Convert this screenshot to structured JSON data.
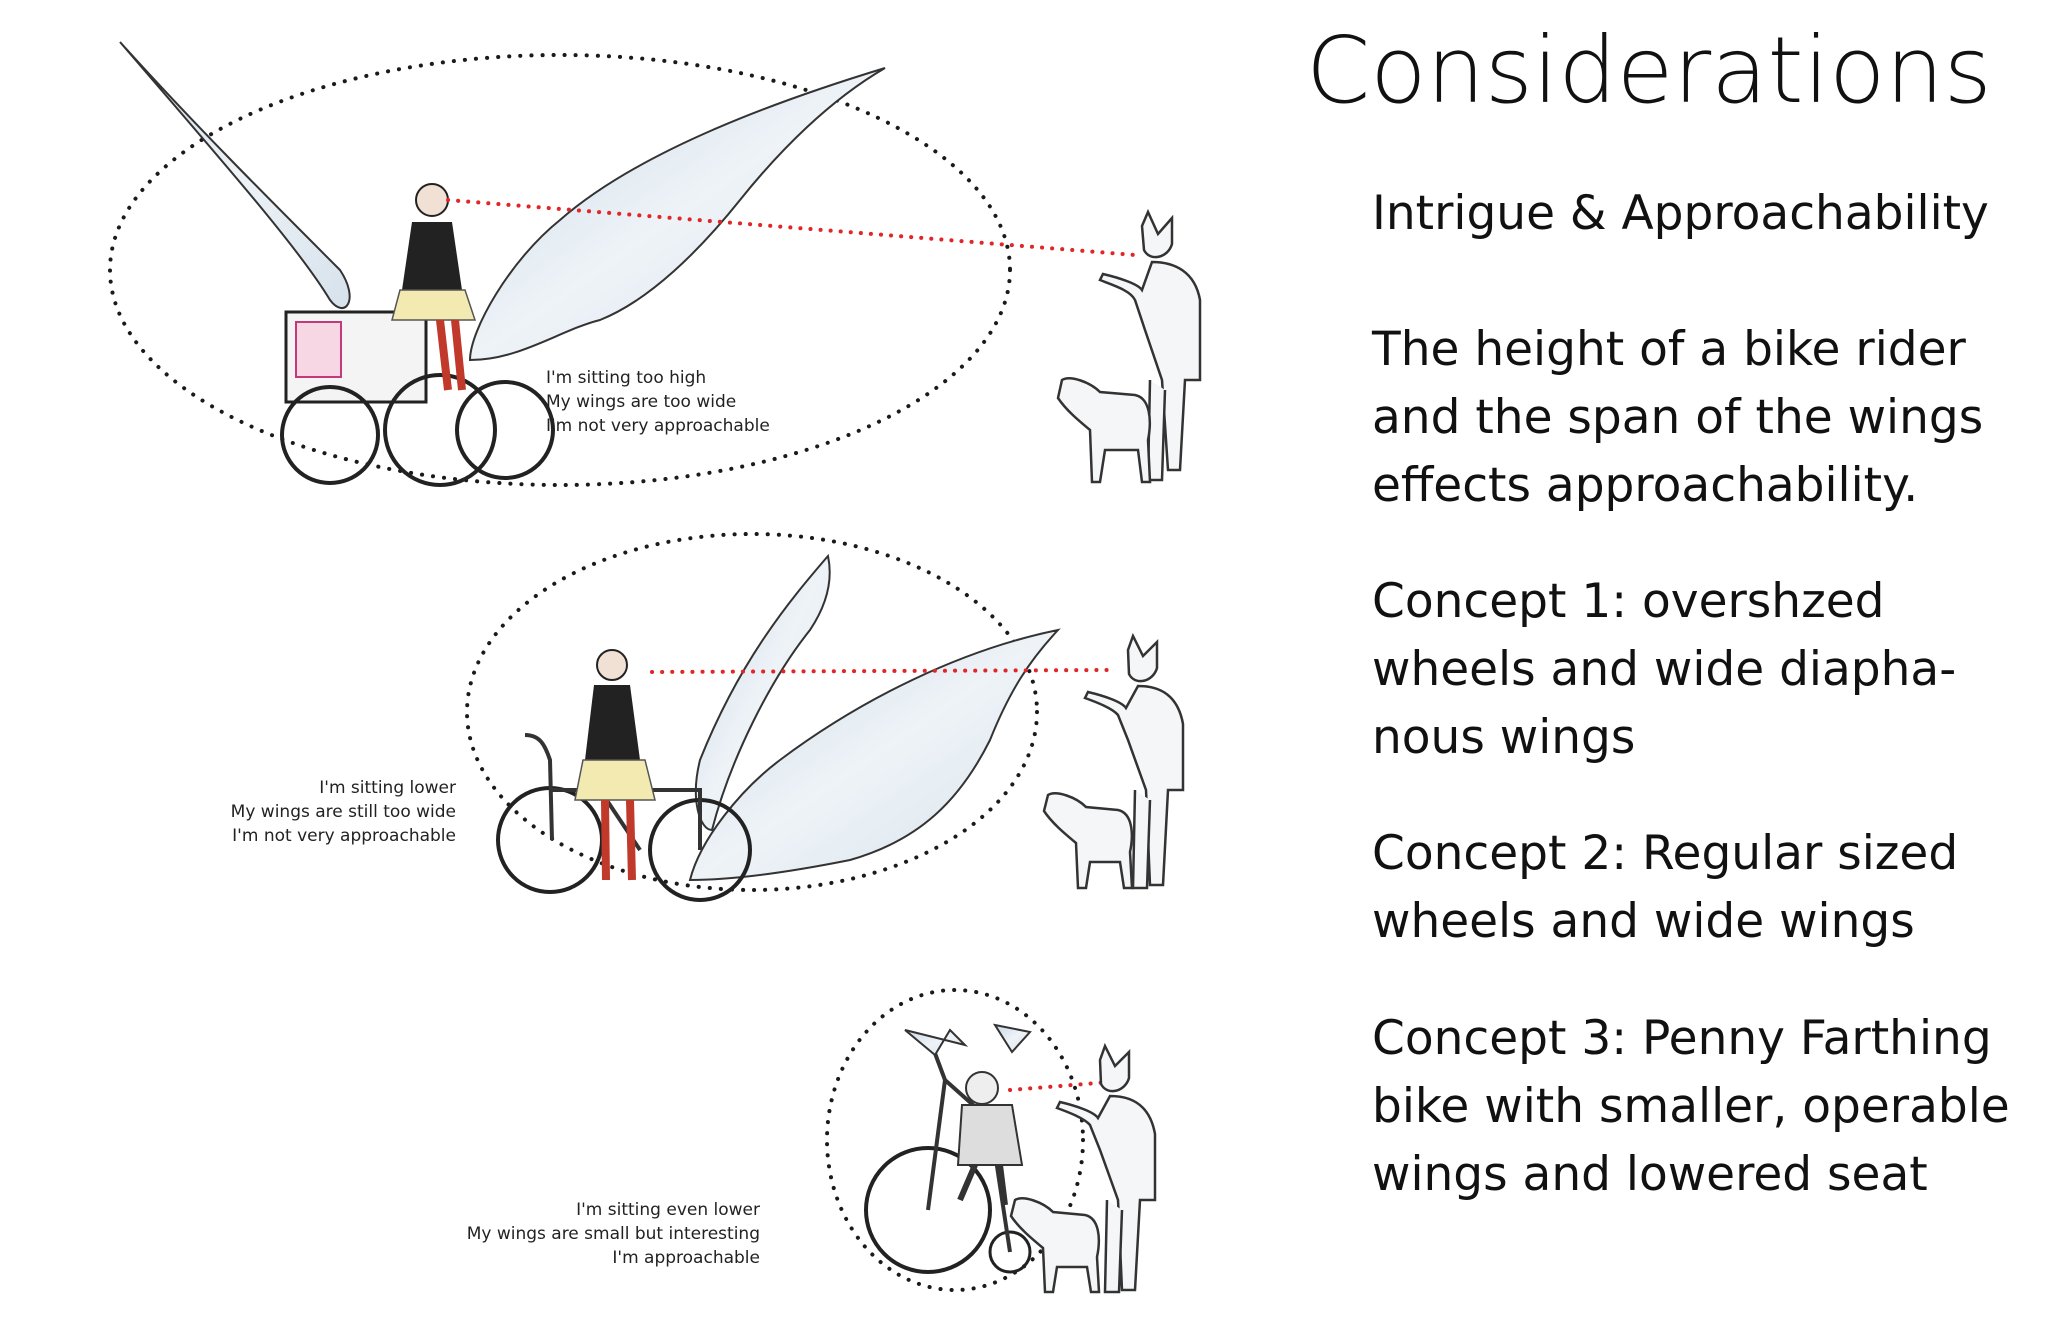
{
  "title": "Considerations",
  "subtitle": "Intrigue & Approachability",
  "intro": [
    "The height of a bike rider",
    "and the span of the wings",
    "effects approachability."
  ],
  "concepts": [
    {
      "lines": [
        "Concept 1: overshzed",
        "wheels and wide diapha-",
        "nous wings"
      ]
    },
    {
      "lines": [
        "Concept 2: Regular sized",
        "wheels and wide wings"
      ]
    },
    {
      "lines": [
        "Concept 3: Penny Farthing",
        "bike with smaller, operable",
        "wings and lowered seat"
      ]
    }
  ],
  "captions": {
    "concept1": [
      "I'm sitting too high",
      "My wings are too wide",
      "I'm not very approachable"
    ],
    "concept2": [
      "I'm sitting lower",
      "My wings are still too wide",
      "I'm not very approachable"
    ],
    "concept3": [
      "I'm sitting even lower",
      "My wings are small but interesting",
      "I'm approachable"
    ]
  },
  "colors": {
    "sightline": "#e02626",
    "outline": "#1a1a1a",
    "wing_fill": "#dfe9f1",
    "ink": "#111111"
  }
}
